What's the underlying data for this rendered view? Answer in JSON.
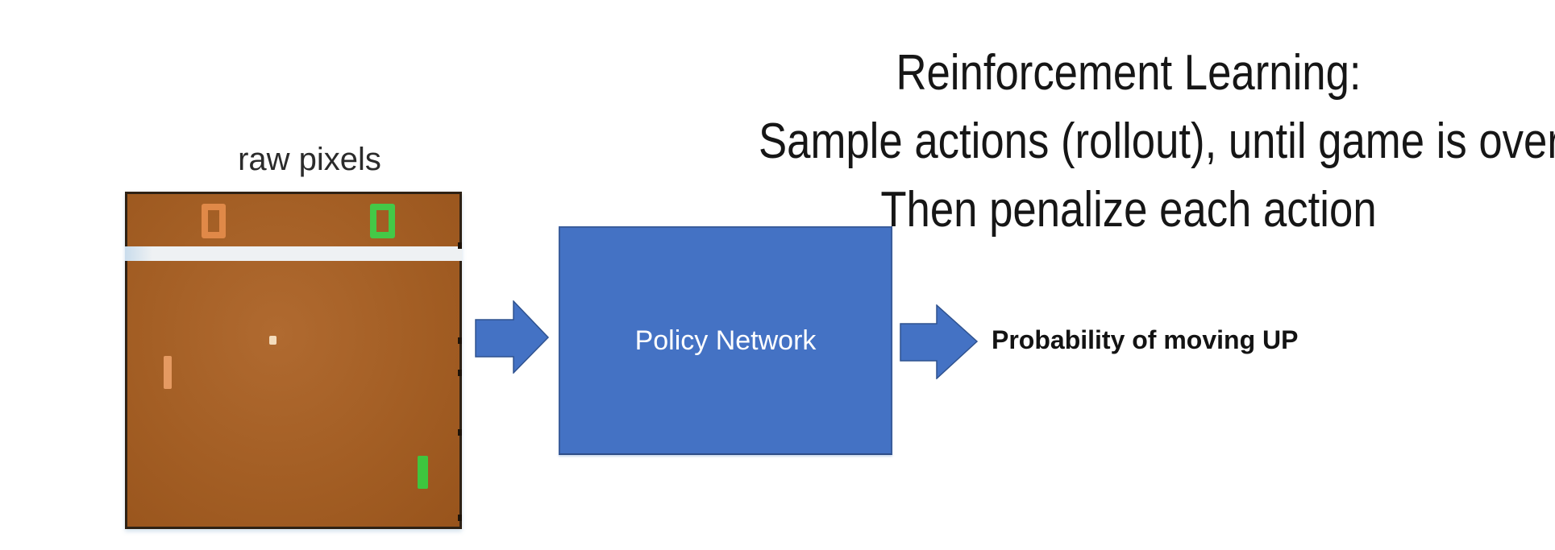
{
  "title": {
    "lines": [
      "Reinforcement Learning:",
      "Sample actions (rollout), until game is over,",
      "Then penalize each action"
    ]
  },
  "game": {
    "label": "raw pixels",
    "left_score": "0",
    "right_score": "0",
    "elements": [
      "left-score",
      "right-score",
      "divider-bar",
      "left-paddle",
      "ball",
      "right-paddle"
    ]
  },
  "policy_box": {
    "label": "Policy Network"
  },
  "output": {
    "label": "Probability of moving UP"
  },
  "icons": {
    "arrow_in": "right-block-arrow",
    "arrow_out": "right-block-arrow"
  },
  "colors": {
    "accent_blue": "#4472C4",
    "shape_border_blue": "#2F528F",
    "game_background": "#A35E24",
    "game_border": "#2E2114",
    "score_left_orange": "#E08948",
    "score_right_green": "#44C947",
    "paddle_left_salmon": "#E59A62",
    "paddle_right_green": "#3EC63E",
    "ball_cream": "#F4DCBC",
    "divider_bar_white": "#EEF1F3",
    "policy_text": "#FFFFFF",
    "title_text": "#161616"
  }
}
